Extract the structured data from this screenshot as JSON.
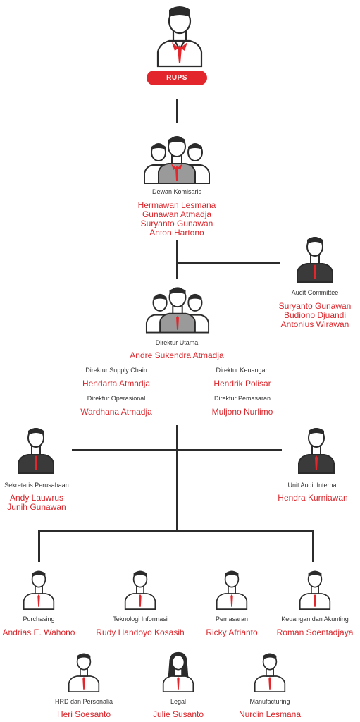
{
  "colors": {
    "accent": "#d9262b",
    "line": "#2b2b2b",
    "text": "#333333"
  },
  "rups": {
    "label": "RUPS"
  },
  "komisaris": {
    "title": "Dewan Komisaris",
    "names": [
      "Hermawan Lesmana",
      "Gunawan Atmadja",
      "Suryanto Gunawan",
      "Anton Hartono"
    ]
  },
  "audit_committee": {
    "title": "Audit Committee",
    "names": [
      "Suryanto Gunawan",
      "Budiono Djuandi",
      "Antonius Wirawan"
    ]
  },
  "direktur_utama": {
    "title": "Direktur Utama",
    "name": "Andre Sukendra Atmadja"
  },
  "supply_chain": {
    "title": "Direktur Supply Chain",
    "name": "Hendarta Atmadja"
  },
  "operasional": {
    "title": "Direktur Operasional",
    "name": "Wardhana Atmadja"
  },
  "keuangan_dir": {
    "title": "Direktur Keuangan",
    "name": "Hendrik Polisar"
  },
  "pemasaran_dir": {
    "title": "Direktur Pemasaran",
    "name": "Muljono Nurlimo"
  },
  "sekretaris": {
    "title": "Sekretaris Perusahaan",
    "names": [
      "Andy Lauwrus",
      "Junih Gunawan"
    ]
  },
  "audit_internal": {
    "title": "Unit Audit Internal",
    "name": "Hendra Kurniawan"
  },
  "purchasing": {
    "title": "Purchasing",
    "name": "Andrias E. Wahono"
  },
  "teknologi": {
    "title": "Teknologi Informasi",
    "name": "Rudy Handoyo Kosasih"
  },
  "pemasaran": {
    "title": "Pemasaran",
    "name": "Ricky Afrianto"
  },
  "keuangan": {
    "title": "Keuangan dan Akunting",
    "name": "Roman Soentadjaya"
  },
  "hrd": {
    "title": "HRD dan Personalia",
    "name": "Heri Soesanto"
  },
  "legal": {
    "title": "Legal",
    "name": "Julie Susanto"
  },
  "manufacturing": {
    "title": "Manufacturing",
    "name": "Nurdin Lesmana"
  }
}
